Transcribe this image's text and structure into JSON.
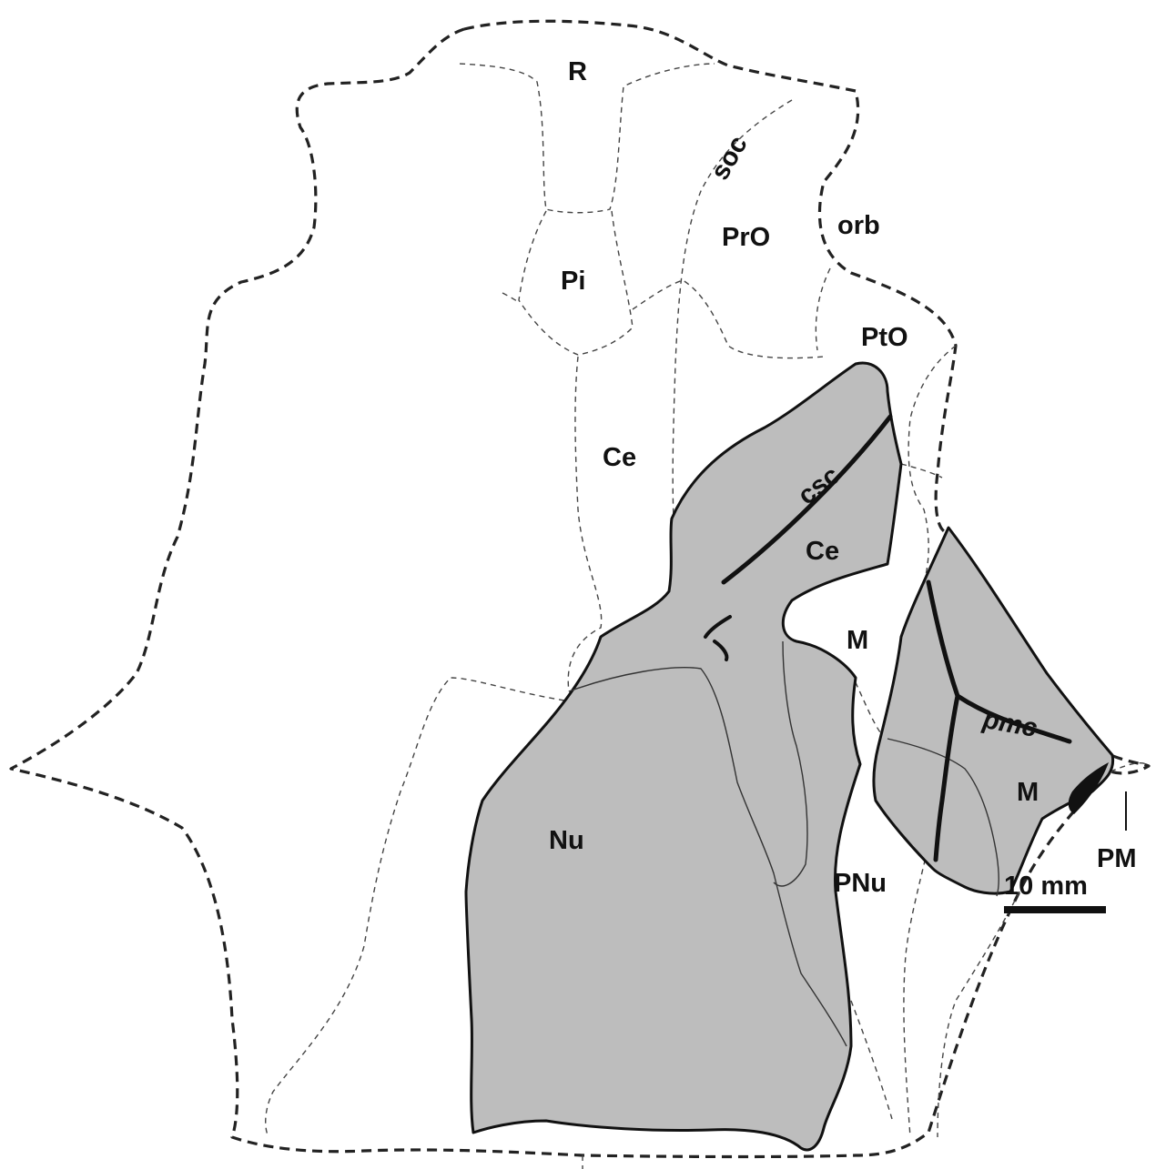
{
  "labels": {
    "R": "R",
    "soc": "soc",
    "PrO": "PrO",
    "orb": "orb",
    "Pi": "Pi",
    "PtO": "PtO",
    "Ce_left": "Ce",
    "csc": "csc",
    "Ce_right": "Ce",
    "M_upper": "M",
    "pmc": "pmc",
    "M_lower": "M",
    "PM": "PM",
    "Nu": "Nu",
    "PNu": "PNu"
  },
  "scale_bar": {
    "label": "10 mm"
  },
  "colors": {
    "fossil_fill": "#bdbdbd",
    "outline": "#222222",
    "canal": "#111111"
  }
}
